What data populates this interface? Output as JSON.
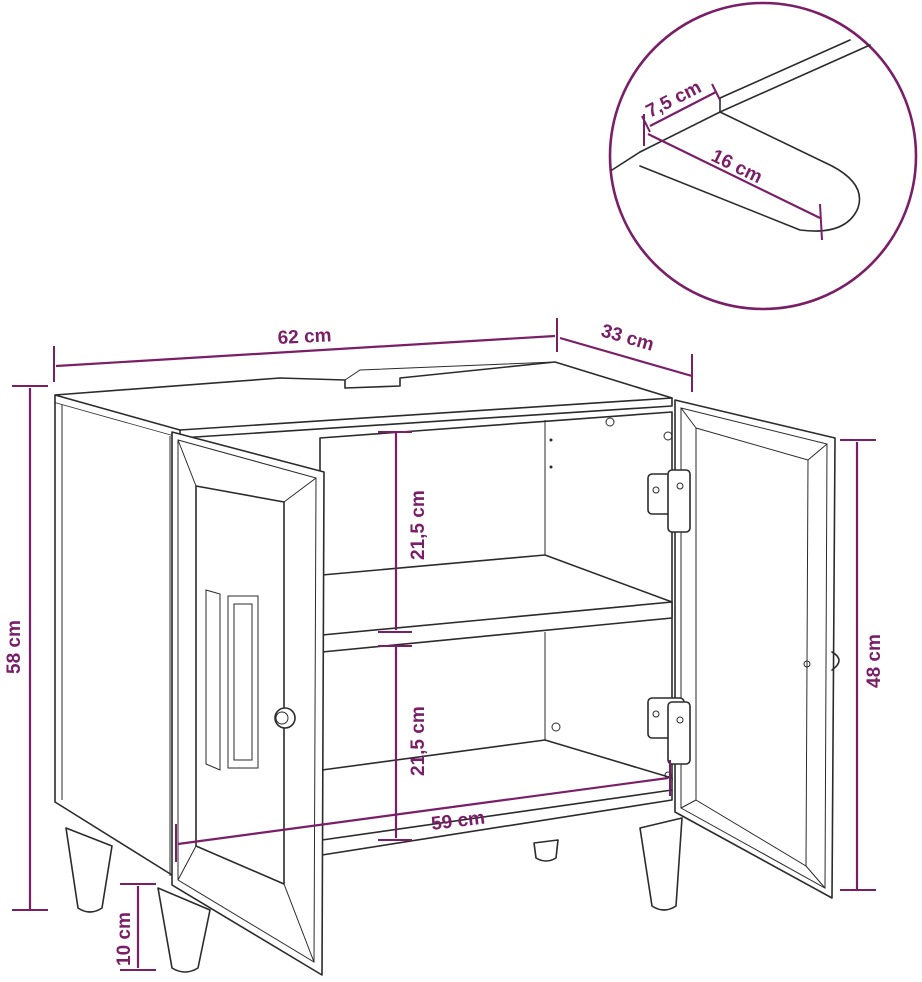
{
  "colors": {
    "dimension": "#7a1e67",
    "outline": "#2b2b2b",
    "background": "#ffffff"
  },
  "dimensions": {
    "width_total": "62 cm",
    "depth": "33 cm",
    "height_total": "58 cm",
    "door_height": "48 cm",
    "upper_compartment": "21,5 cm",
    "lower_compartment": "21,5 cm",
    "inner_width": "59 cm",
    "leg_height": "10 cm"
  },
  "detail": {
    "cutout_depth": "7,5 cm",
    "cutout_width": "16 cm"
  }
}
